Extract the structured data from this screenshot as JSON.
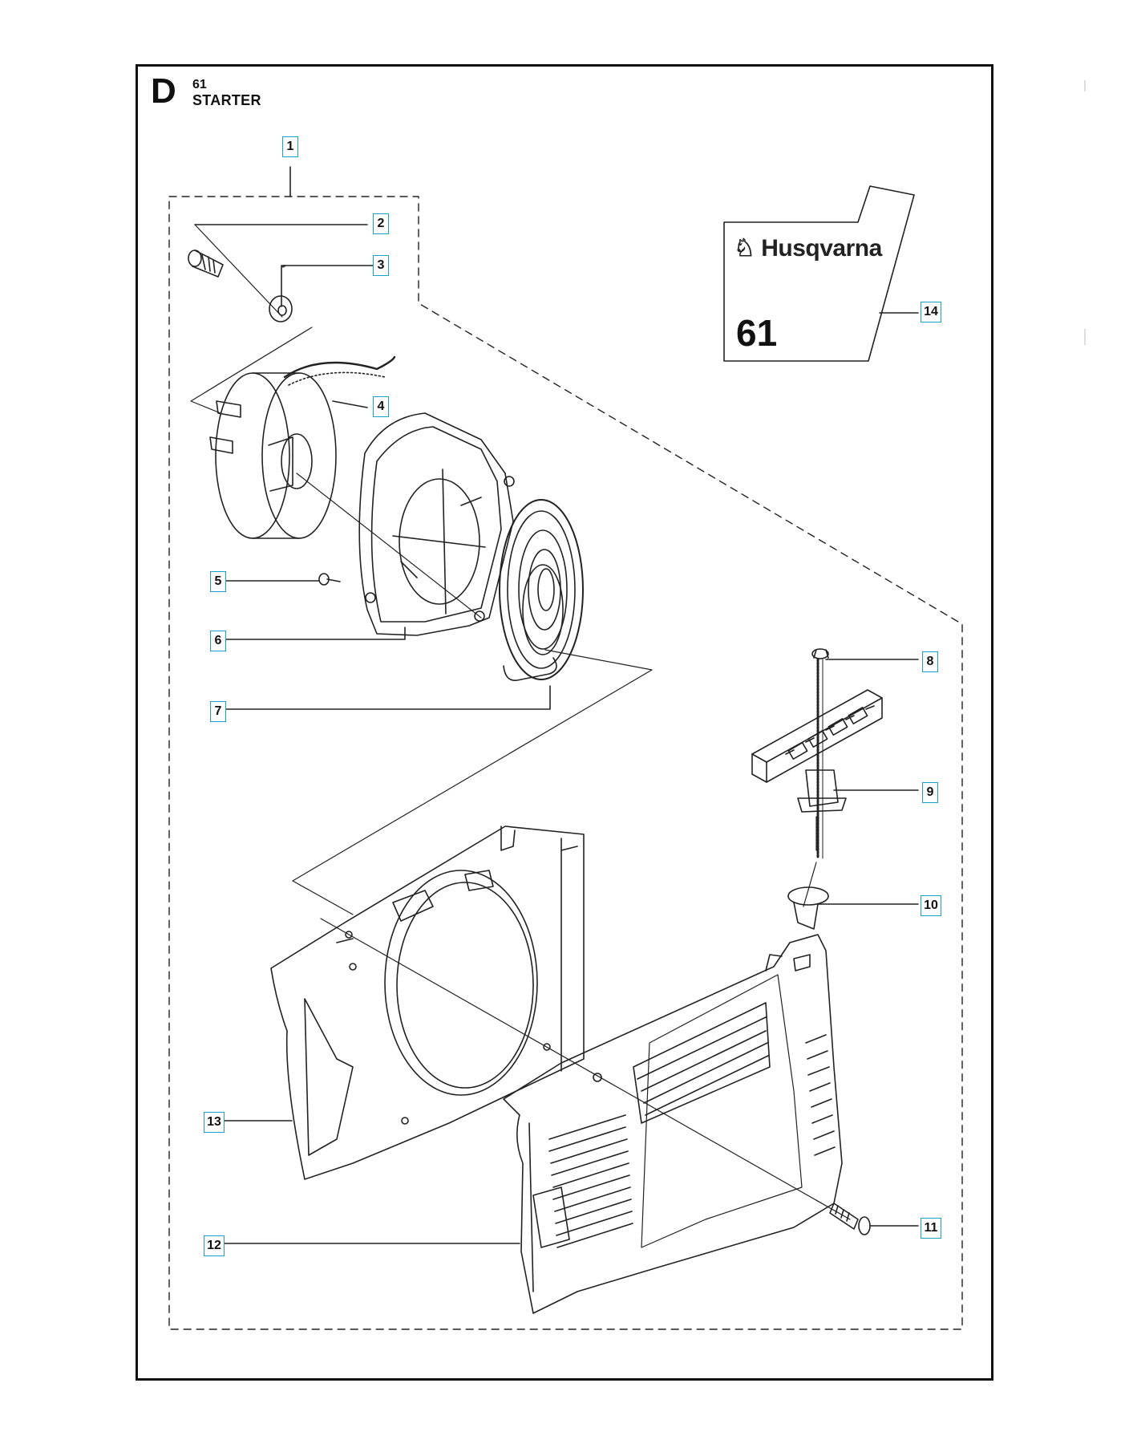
{
  "section": {
    "letter": "D",
    "number": "61",
    "title": "STARTER"
  },
  "decal": {
    "brand": "Husqvarna",
    "model": "61"
  },
  "callouts": [
    "1",
    "2",
    "3",
    "4",
    "5",
    "6",
    "7",
    "8",
    "9",
    "10",
    "11",
    "12",
    "13",
    "14"
  ]
}
